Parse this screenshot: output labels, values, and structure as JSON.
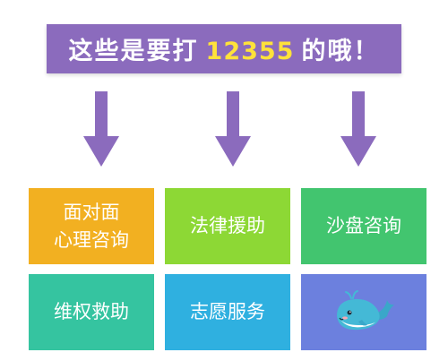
{
  "header": {
    "text_before": "这些是要打",
    "number": "12355",
    "text_after": "的哦！"
  },
  "colors": {
    "banner": "#8b6bbd",
    "number": "#ffe23a",
    "arrow": "#8b6bbd"
  },
  "tiles": [
    {
      "line1": "面对面",
      "line2": "心理咨询",
      "color": "#f2b021"
    },
    {
      "label": "法律援助",
      "color": "#8dd835"
    },
    {
      "label": "沙盘咨询",
      "color": "#42c56f"
    },
    {
      "label": "维权救助",
      "color": "#35c4a0"
    },
    {
      "label": "志愿服务",
      "color": "#2fb0e0"
    },
    {
      "icon": "whale-icon",
      "color": "#6c80de"
    }
  ]
}
